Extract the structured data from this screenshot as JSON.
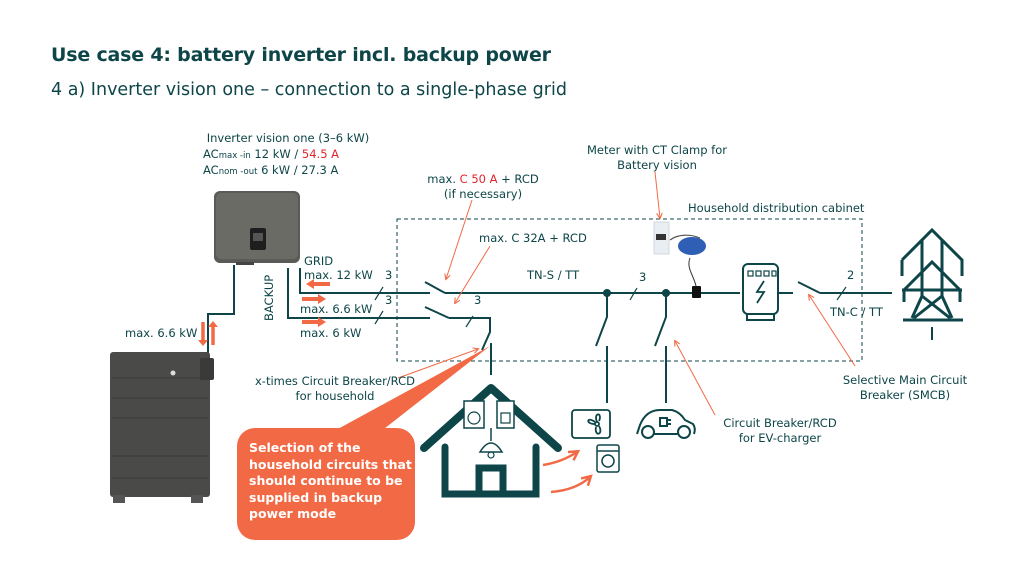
{
  "header": {
    "title": "Use case 4: battery inverter incl. backup power",
    "subtitle": "4 a) Inverter vision one – connection to a single-phase grid"
  },
  "inverter": {
    "name": "Inverter vision one (3–6 kW)",
    "ac_max_prefix": "AC",
    "ac_max_sub": "max -in",
    "ac_max_value": " 12 kW / ",
    "ac_max_current": "54.5 A",
    "ac_nom_prefix": "AC",
    "ac_nom_sub": "nom -out",
    "ac_nom_value": " 6 kW / 27.3 A",
    "grid_label": "GRID",
    "backup_label": "BACKUP",
    "grid_power": "max. 12 kW",
    "backup_power_in": "max. 6.6 kW",
    "backup_power_out": "max. 6 kW"
  },
  "battery": {
    "power": "max. 6.6 kW"
  },
  "breakers": {
    "c50_prefix": "max. ",
    "c50_value": "C 50 A",
    "c50_suffix": " + RCD",
    "c50_note": "(if necessary)",
    "c32": "max. C 32A + RCD",
    "household_line1": "x-times Circuit Breaker/RCD",
    "household_line2": "for household",
    "ev_line1": "Circuit Breaker/RCD",
    "ev_line2": "for EV-charger",
    "smcb_line1": "Selective Main Circuit",
    "smcb_line2": "Breaker (SMCB)"
  },
  "meter": {
    "line1": "Meter with CT Clamp for",
    "line2": "Battery vision"
  },
  "cabinet": {
    "label": "Household distribution cabinet"
  },
  "grid": {
    "tn_s": "TN-S / TT",
    "tn_c": "TN-C / TT",
    "wire_count_3": "3",
    "wire_count_2": "2"
  },
  "callout": {
    "text": "Selection of the household circuits that should continue to be supplied in backup power mode"
  },
  "colors": {
    "primary": "#0d4548",
    "accent": "#f26a45",
    "highlight_red": "#e0262d"
  }
}
